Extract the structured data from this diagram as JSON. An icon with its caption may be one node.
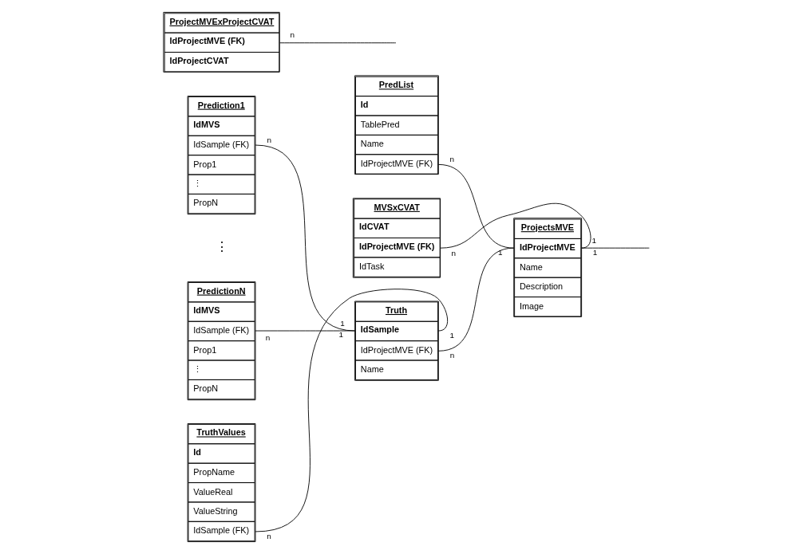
{
  "diagram": {
    "nodes": [
      {
        "text": [
          "PredList",
          "Id",
          "TablePred",
          "Name",
          "IdProjectMVE (FK)"
        ]
      },
      {
        "text": [
          "MVSxCVAT",
          "IdCVAT",
          "IdProjectMVE (FK)",
          "IdTask"
        ]
      },
      {
        "text": [
          "Prediction1",
          "IdMVS",
          "IdSample (FK)",
          "Prop1",
          "⋮",
          "PropN"
        ]
      },
      {
        "text": [
          "Truth",
          "IdSample",
          "IdProjectMVE (FK)",
          "Name"
        ]
      },
      {
        "text": [
          "ProjectsMVE",
          "IdProjectMVE",
          "Name",
          "Description",
          "Image"
        ]
      },
      {
        "text": [
          "PredictionN",
          "IdMVS",
          "IdSample (FK)",
          "Prop1",
          "⋮",
          "PropN"
        ]
      },
      {
        "text": [
          "TruthValues",
          "Id",
          "PropName",
          "ValueReal",
          "ValueString",
          "IdSample (FK)"
        ]
      },
      {
        "text": [
          "ProjectMVExProjectCVAT",
          "IdProjectMVE (FK)",
          "IdProjectCVAT"
        ]
      }
    ],
    "edges": [
      {
        "from": 2,
        "to": 3,
        "arrow": "none"
      },
      {
        "from": 5,
        "to": 3,
        "arrow": "none"
      },
      {
        "from": 0,
        "to": 4,
        "arrow": "none"
      },
      {
        "from": 3,
        "to": 4,
        "arrow": "none"
      },
      {
        "from": 6,
        "to": 3,
        "arrow": "none"
      },
      {
        "from": 1,
        "to": 4,
        "arrow": "none"
      },
      {
        "from": 4,
        "to": null,
        "arrow": "none"
      },
      {
        "from": 7,
        "to": null,
        "arrow": "none"
      }
    ],
    "labels": [
      "n",
      "n",
      "n",
      "1",
      "1",
      "1",
      "n",
      "1",
      "1",
      "⋮",
      "n",
      "1",
      "n",
      "n"
    ]
  }
}
